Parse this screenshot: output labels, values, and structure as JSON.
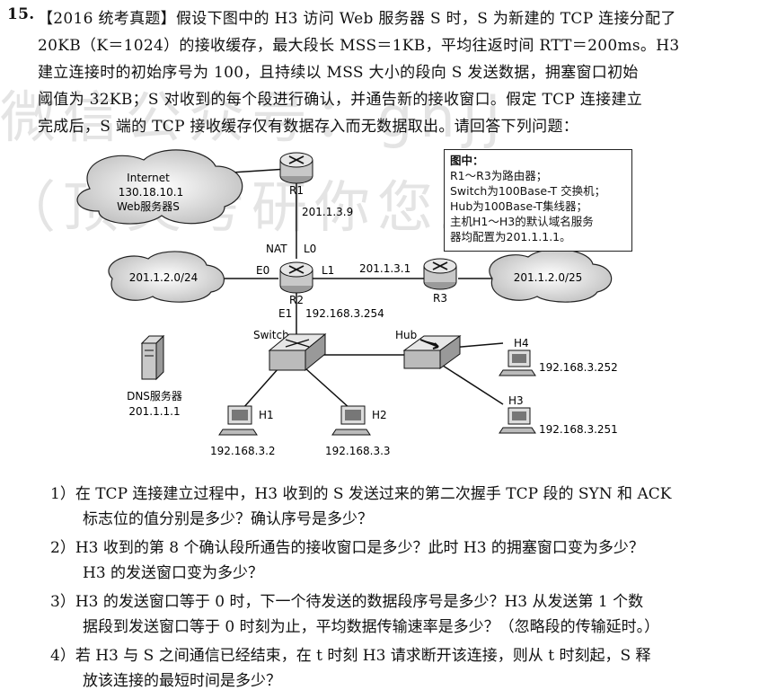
{
  "problem": {
    "number": "15.",
    "lines": [
      "【2016 统考真题】假设下图中的 H3 访问 Web 服务器 S 时，S 为新建的 TCP 连接分配了",
      "20KB（K＝1024）的接收缓存，最大段长 MSS＝1KB，平均往返时间 RTT＝200ms。H3",
      "建立连接时的初始序号为 100，且持续以 MSS 大小的段向 S 发送数据，拥塞窗口初始",
      "阈值为 32KB；S 对收到的每个段进行确认，并通告新的接收窗口。假定 TCP 连接建立",
      "完成后，S 端的 TCP 接收缓存仅有数据存入而无数据取出。请回答下列问题："
    ]
  },
  "watermark": {
    "line1": "微信公众号：ghjj",
    "line2": "（顶尖考研你您上）"
  },
  "legend": {
    "title": "图中：",
    "lines": [
      "R1～R3为路由器；",
      "Switch为100Base-T 交换机；",
      "Hub为100Base-T集线器；",
      "主机H1～H3的默认域名服务",
      "器均配置为201.1.1.1。"
    ]
  },
  "diagram": {
    "internet_cloud": [
      "Internet",
      "130.18.10.1",
      "Web服务器S"
    ],
    "r1_label": "R1",
    "r1_ip": "201.1.3.9",
    "nat_label": "NAT",
    "l0_label": "L0",
    "e0_label": "E0",
    "l1_label": "L1",
    "r2_label": "R2",
    "l1_ip": "201.1.3.1",
    "r3_label": "R3",
    "left_cloud": "201.1.2.0/24",
    "right_cloud": "201.1.2.0/25",
    "e1_label": "E1",
    "e1_ip": "192.168.3.254",
    "switch_label": "Switch",
    "hub_label": "Hub",
    "dns_label": "DNS服务器",
    "dns_ip": "201.1.1.1",
    "h1_label": "H1",
    "h1_ip": "192.168.3.2",
    "h2_label": "H2",
    "h2_ip": "192.168.3.3",
    "h4_label": "H4",
    "h4_ip": "192.168.3.252",
    "h3_label": "H3",
    "h3_ip": "192.168.3.251"
  },
  "questions": [
    {
      "line1": "1）在 TCP 连接建立过程中，H3 收到的 S 发送过来的第二次握手 TCP 段的 SYN 和 ACK",
      "line2": "标志位的值分别是多少？确认序号是多少？"
    },
    {
      "line1": "2）H3 收到的第 8 个确认段所通告的接收窗口是多少？此时 H3 的拥塞窗口变为多少？",
      "line2": "H3 的发送窗口变为多少？"
    },
    {
      "line1": "3）H3 的发送窗口等于 0 时，下一个待发送的数据段序号是多少？H3 从发送第 1 个数",
      "line2": "据段到发送窗口等于 0 时刻为止，平均数据传输速率是多少？（忽略段的传输延时。）"
    },
    {
      "line1": "4）若 H3 与 S 之间通信已经结束，在 t 时刻 H3 请求断开该连接，则从 t 时刻起，S 释",
      "line2": "放该连接的最短时间是多少？"
    }
  ]
}
